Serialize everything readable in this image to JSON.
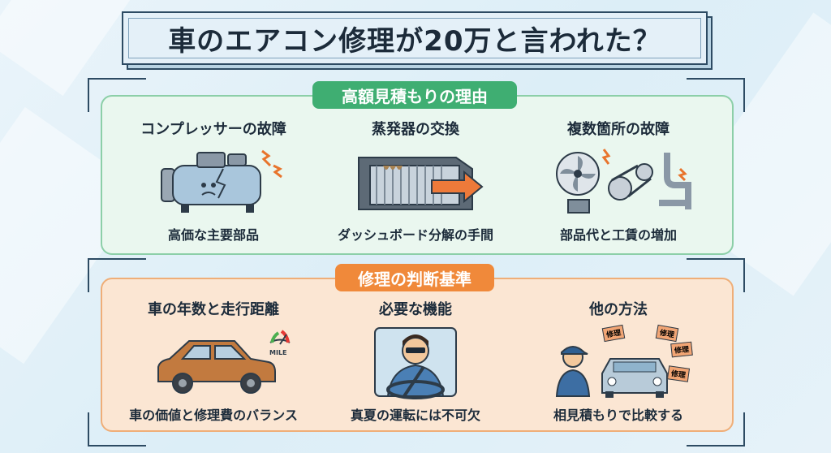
{
  "title": "車のエアコン修理が20万と言われた？",
  "section1": {
    "heading": "高額見積もりの理由",
    "items": [
      {
        "title": "コンプレッサーの故障",
        "caption": "高価な主要部品",
        "icon": "compressor-icon"
      },
      {
        "title": "蒸発器の交換",
        "caption": "ダッシュボード分解の手間",
        "icon": "evaporator-icon"
      },
      {
        "title": "複数箇所の故障",
        "caption": "部品代と工賃の増加",
        "icon": "multiple-parts-icon"
      }
    ]
  },
  "section2": {
    "heading": "修理の判断基準",
    "items": [
      {
        "title": "車の年数と走行距離",
        "caption": "車の価値と修理費のバランス",
        "icon": "old-car-icon",
        "gauge_label": "MILE"
      },
      {
        "title": "必要な機能",
        "caption": "真夏の運転には不可欠",
        "icon": "driver-icon"
      },
      {
        "title": "他の方法",
        "caption": "相見積もりで比較する",
        "icon": "mechanic-quote-icon",
        "tags": [
          "修理",
          "修理",
          "修理",
          "修理"
        ]
      }
    ]
  },
  "colors": {
    "green": "#3fae72",
    "orange": "#f0893a",
    "navy": "#2d4b63"
  }
}
